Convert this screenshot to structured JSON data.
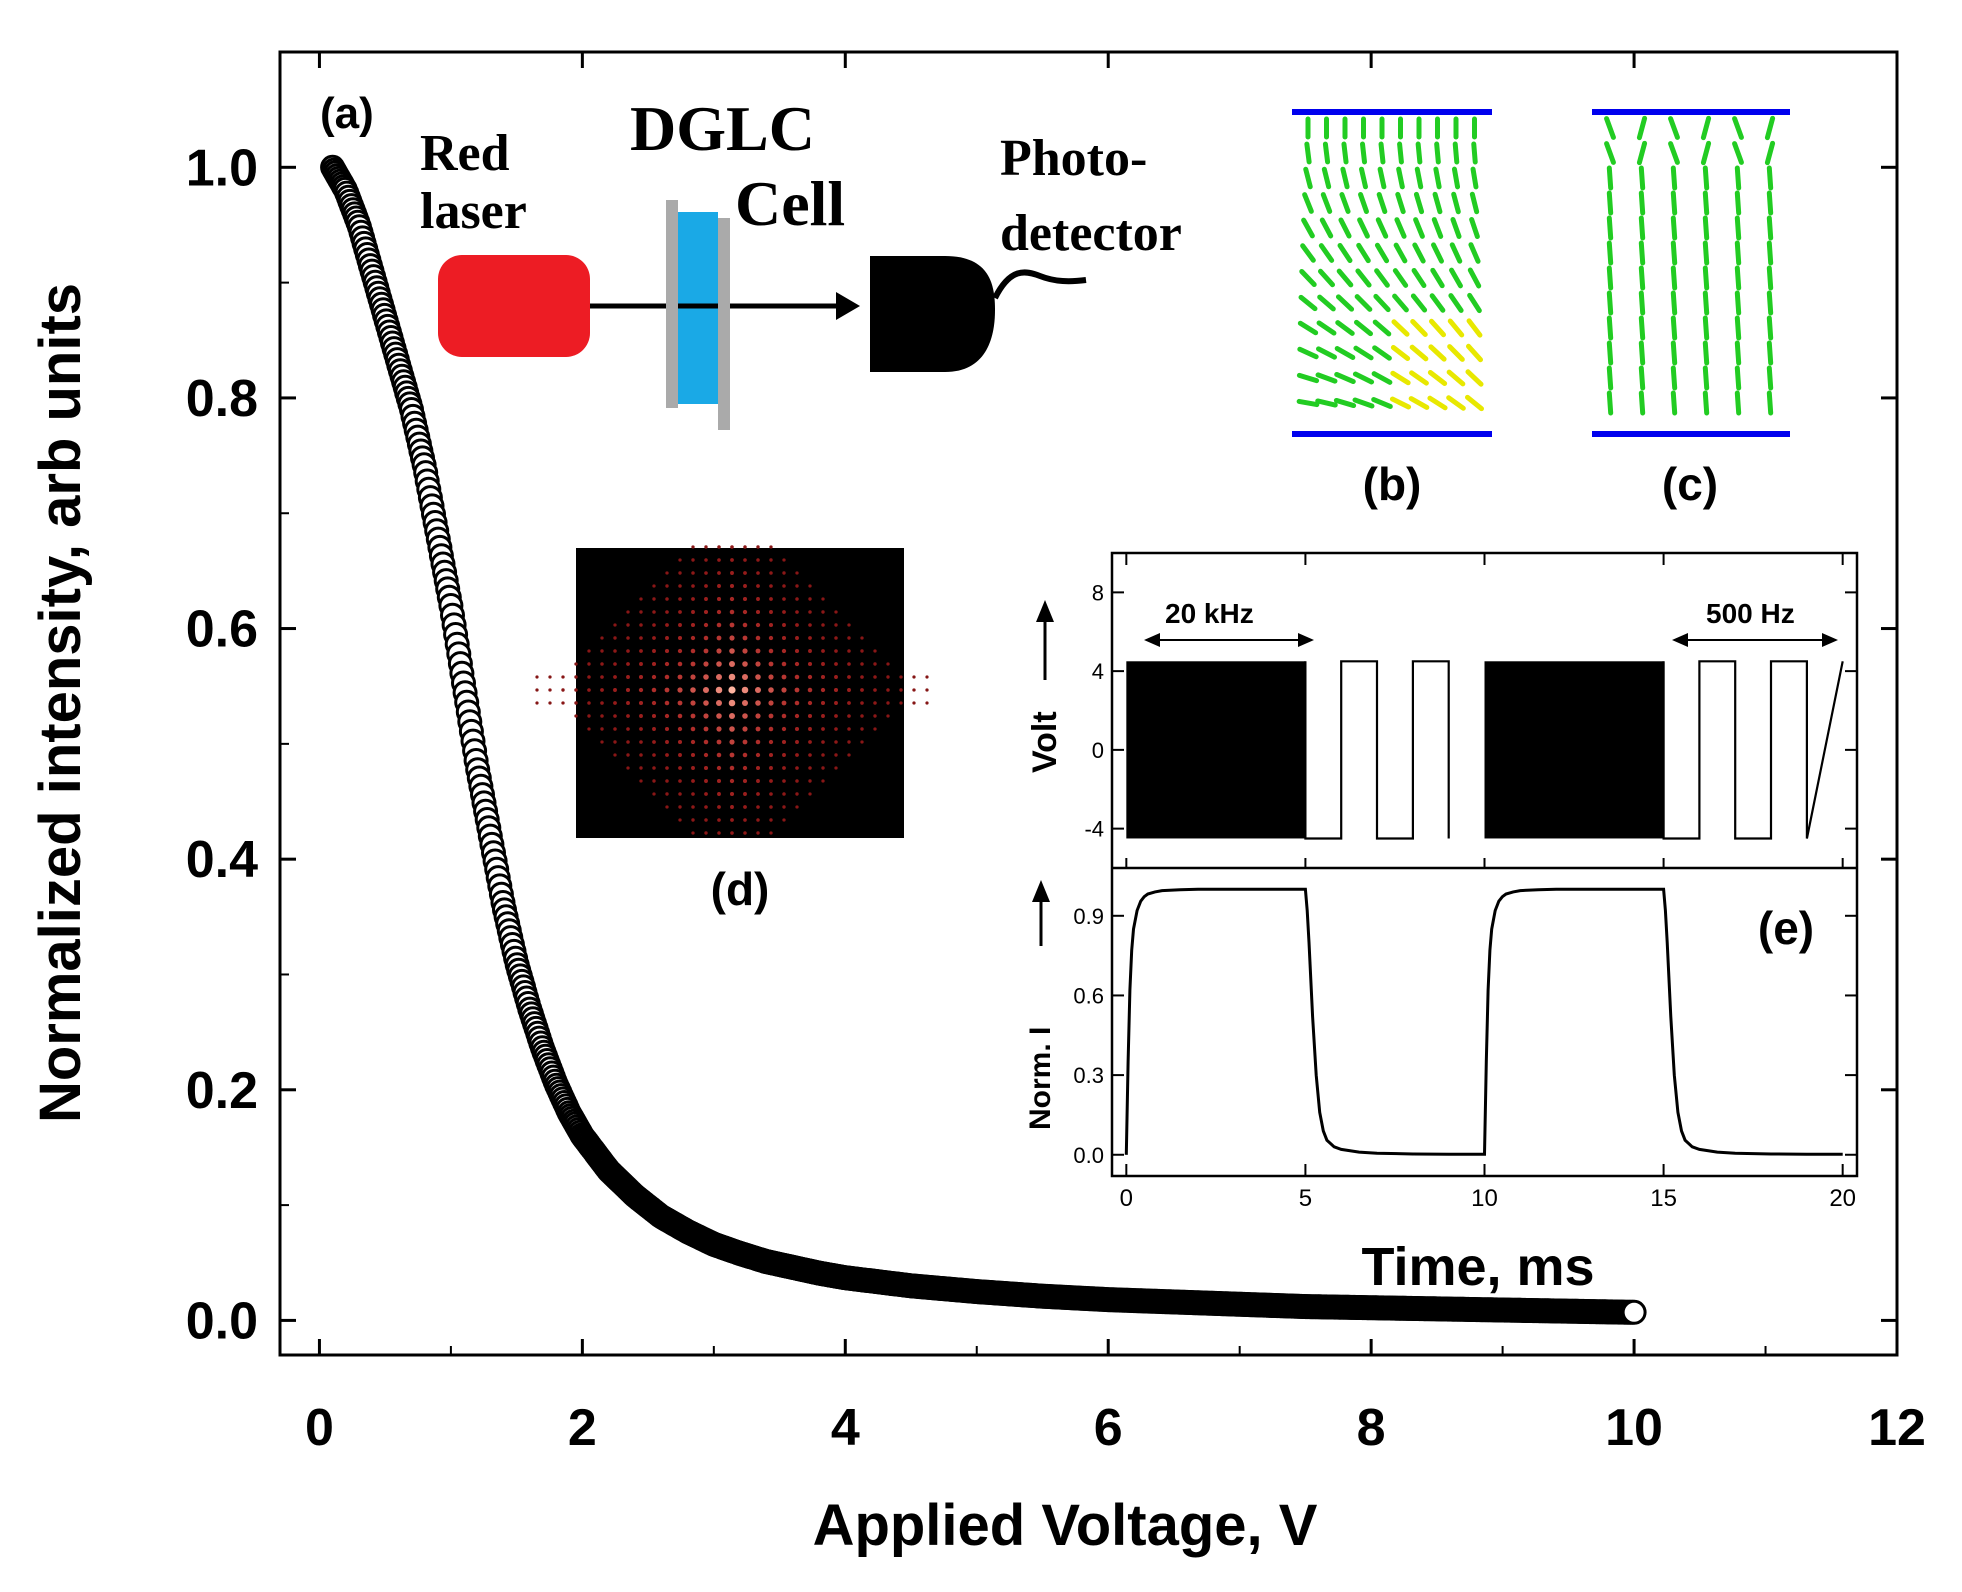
{
  "chart_data": [
    {
      "panel": "(a)",
      "type": "scatter",
      "xlabel": "Applied Voltage, V",
      "ylabel": "Normalized intensity, arb units",
      "xlim": [
        -0.3,
        12
      ],
      "ylim": [
        -0.03,
        1.1
      ],
      "xticks": [
        "0",
        "2",
        "4",
        "6",
        "8",
        "10",
        "12"
      ],
      "yticks": [
        "0.0",
        "0.2",
        "0.4",
        "0.6",
        "0.8",
        "1.0"
      ],
      "series": [
        {
          "marker": "open-circle",
          "x": [
            0.1,
            0.2,
            0.3,
            0.4,
            0.5,
            0.6,
            0.7,
            0.8,
            0.9,
            1.0,
            1.1,
            1.2,
            1.3,
            1.4,
            1.5,
            1.6,
            1.7,
            1.8,
            1.9,
            2.0,
            2.2,
            2.4,
            2.6,
            2.8,
            3.0,
            3.2,
            3.4,
            3.6,
            3.8,
            4.0,
            4.5,
            5.0,
            5.5,
            6.0,
            6.5,
            7.0,
            7.5,
            8.0,
            8.5,
            9.0,
            9.5,
            10.0
          ],
          "y": [
            1.0,
            0.98,
            0.95,
            0.91,
            0.87,
            0.83,
            0.79,
            0.74,
            0.68,
            0.62,
            0.55,
            0.48,
            0.42,
            0.36,
            0.31,
            0.27,
            0.235,
            0.205,
            0.18,
            0.16,
            0.13,
            0.108,
            0.09,
            0.077,
            0.066,
            0.058,
            0.051,
            0.046,
            0.041,
            0.037,
            0.03,
            0.025,
            0.021,
            0.018,
            0.016,
            0.014,
            0.012,
            0.011,
            0.01,
            0.009,
            0.008,
            0.007
          ]
        }
      ]
    },
    {
      "panel": "(e)",
      "type": "line",
      "xlabel": "Time, ms",
      "xlim": [
        -0.4,
        20.4
      ],
      "xticks": [
        "0",
        "5",
        "10",
        "15",
        "20"
      ],
      "subplots": [
        {
          "ylabel": "Volt",
          "ylim": [
            -6,
            10
          ],
          "yticks": [
            "-4",
            "0",
            "4",
            "8"
          ],
          "annotations": [
            "20 kHz",
            "500 Hz"
          ],
          "square_wave_500hz": {
            "x": [
              5,
              5,
              6,
              6,
              7,
              7,
              8,
              8,
              9,
              9,
              15,
              15,
              16,
              16,
              17,
              17,
              18,
              18,
              19,
              19,
              20
            ],
            "y": [
              4.5,
              -4.5,
              -4.5,
              4.5,
              4.5,
              -4.5,
              -4.5,
              4.5,
              4.5,
              -4.5,
              4.5,
              -4.5,
              -4.5,
              4.5,
              4.5,
              -4.5,
              -4.5,
              4.5,
              4.5,
              -4.5,
              4.5
            ]
          },
          "burst_20khz_intervals": [
            [
              0,
              5
            ],
            [
              10,
              15
            ]
          ],
          "burst_amplitude": [
            -4.5,
            4.5
          ]
        },
        {
          "ylabel": "Norm. I",
          "ylim": [
            -0.08,
            1.08
          ],
          "yticks": [
            "0.0",
            "0.3",
            "0.6",
            "0.9"
          ],
          "series": [
            {
              "x": [
                0,
                0.05,
                0.1,
                0.15,
                0.2,
                0.3,
                0.4,
                0.5,
                0.6,
                0.8,
                1.0,
                1.5,
                2.0,
                3.0,
                4.0,
                5.0,
                5.05,
                5.1,
                5.2,
                5.3,
                5.4,
                5.5,
                5.6,
                5.8,
                6.0,
                6.5,
                7.0,
                8.0,
                9.0,
                10.0,
                10.05,
                10.1,
                10.15,
                10.2,
                10.3,
                10.4,
                10.5,
                10.6,
                10.8,
                11.0,
                11.5,
                12.0,
                13.0,
                14.0,
                15.0,
                15.05,
                15.1,
                15.2,
                15.3,
                15.4,
                15.5,
                15.6,
                15.8,
                16.0,
                16.5,
                17.0,
                18.0,
                19.0,
                20.0
              ],
              "y": [
                0.0,
                0.35,
                0.62,
                0.77,
                0.85,
                0.92,
                0.955,
                0.972,
                0.982,
                0.99,
                0.995,
                0.998,
                1.0,
                1.0,
                1.0,
                1.0,
                0.92,
                0.8,
                0.52,
                0.3,
                0.16,
                0.09,
                0.055,
                0.03,
                0.02,
                0.01,
                0.006,
                0.003,
                0.002,
                0.002,
                0.35,
                0.62,
                0.77,
                0.85,
                0.92,
                0.955,
                0.972,
                0.982,
                0.99,
                0.995,
                0.998,
                1.0,
                1.0,
                1.0,
                1.0,
                0.92,
                0.8,
                0.52,
                0.3,
                0.16,
                0.09,
                0.055,
                0.03,
                0.02,
                0.01,
                0.006,
                0.003,
                0.002,
                0.002
              ]
            }
          ]
        }
      ]
    }
  ],
  "schematic": {
    "panel": "(a)",
    "laser_label_1": "Red",
    "laser_label_2": "laser",
    "cell_label_1": "DGLC",
    "cell_label_2": "Cell",
    "detector_label_1": "Photo-",
    "detector_label_2": "detector"
  },
  "panel_labels": {
    "b": "(b)",
    "c": "(c)",
    "d": "(d)",
    "e": "(e)"
  },
  "colors": {
    "laser": "#ed1c24",
    "cell": "#1aa9e6",
    "substrate": "#0000ee",
    "lc_director": "#22cc22",
    "lc_yellow": "#e8e800"
  }
}
